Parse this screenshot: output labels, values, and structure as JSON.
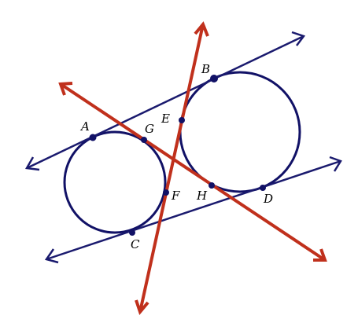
{
  "diagram": {
    "colors": {
      "circle_stroke": "#111166",
      "tangent_line": "#1a1a6e",
      "secant_line": "#c0301c",
      "point": "#111166"
    },
    "points": [
      {
        "key": "a",
        "label": "A"
      },
      {
        "key": "b",
        "label": "B"
      },
      {
        "key": "c",
        "label": "C"
      },
      {
        "key": "d",
        "label": "D"
      },
      {
        "key": "e",
        "label": "E"
      },
      {
        "key": "f",
        "label": "F"
      },
      {
        "key": "g",
        "label": "G"
      },
      {
        "key": "h",
        "label": "H"
      }
    ]
  }
}
